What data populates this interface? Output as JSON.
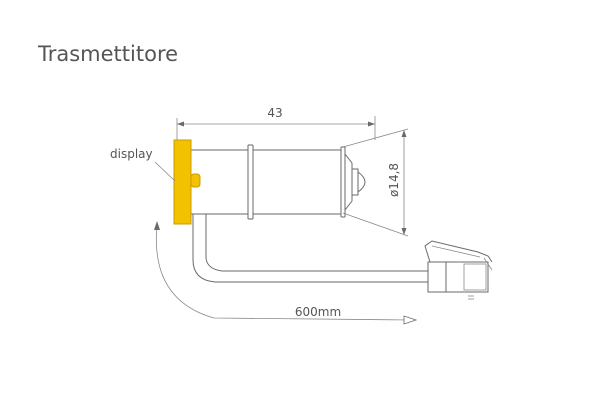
{
  "title": "Trasmettitore",
  "labels": {
    "display": "display",
    "length_dim": "43",
    "diameter_dim": "ø14,8",
    "cable_length": "600mm"
  },
  "colors": {
    "display_fill": "#f2c200",
    "display_stroke": "#c99a00",
    "line": "#6a6a6a",
    "text": "#555555"
  }
}
